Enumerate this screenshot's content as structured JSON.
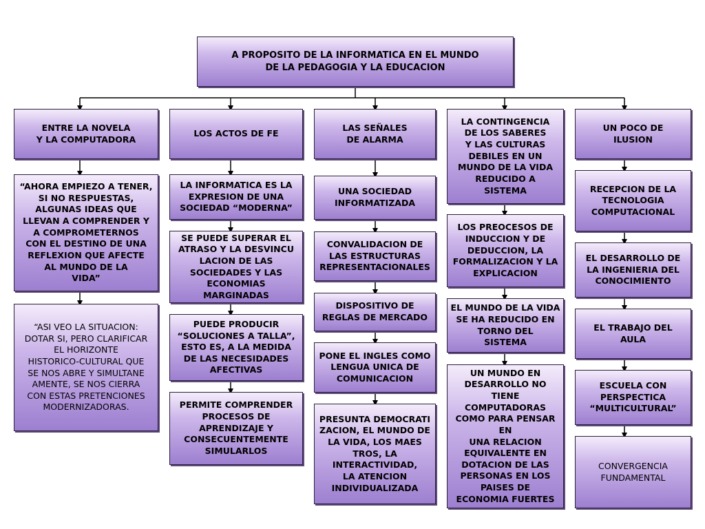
{
  "title": "A PROPOSITO DE LA INFORMATICA EN EL MUNDO\nDE LA PEDAGOGIA Y LA EDUCACION",
  "columns": [
    {
      "header": "ENTRE LA NOVELA\nY LA COMPUTADORA",
      "items": [
        "“AHORA EMPIEZO A TENER,\nSI NO RESPUESTAS,\nALGUNAS IDEAS QUE\nLLEVAN A COMPRENDER Y\nA COMPROMETERNOS\nCON EL DESTINO DE UNA\nREFLEXION QUE AFECTE\nAL MUNDO DE LA\nVIDA”",
        "“ASI VEO LA SITUACION:\nDOTAR SI, PERO CLARIFICAR\nEL HORIZONTE\nHISTORICO-CULTURAL QUE\nSE NOS ABRE Y SIMULTANE\nAMENTE, SE NOS CIERRA\nCON ESTAS PRETENCIONES\nMODERNIZADORAS."
      ]
    },
    {
      "header": "LOS ACTOS DE FE",
      "items": [
        "LA INFORMATICA ES LA\nEXPRESION DE UNA\nSOCIEDAD “MODERNA”",
        "SE PUEDE SUPERAR EL\nATRASO Y LA DESVINCU\nLACION DE LAS\nSOCIEDADES Y LAS\nECONOMIAS\nMARGINADAS",
        "PUEDE PRODUCIR\n“SOLUCIONES A TALLA”,\nESTO ES, A LA MEDIDA\nDE LAS NECESIDADES\nAFECTIVAS",
        "PERMITE COMPRENDER\nPROCESOS DE\nAPRENDIZAJE Y\nCONSECUENTEMENTE\nSIMULARLOS"
      ]
    },
    {
      "header": "LAS SEÑALES\nDE ALARMA",
      "items": [
        "UNA SOCIEDAD\nINFORMATIZADA",
        "CONVALIDACION DE\nLAS ESTRUCTURAS\nREPRESENTACIONALES",
        "DISPOSITIVO DE\nREGLAS DE MERCADO",
        "PONE EL INGLES COMO\nLENGUA UNICA DE\nCOMUNICACION",
        "PRESUNTA DEMOCRATI\nZACION, EL MUNDO DE\nLA VIDA, LOS MAES\nTROS, LA\nINTERACTIVIDAD,\nLA ATENCION\nINDIVIDUALIZADA"
      ]
    },
    {
      "header": "LA CONTINGENCIA\nDE LOS SABERES\nY LAS CULTURAS\nDEBILES EN UN\nMUNDO DE LA VIDA\nREDUCIDO A\nSISTEMA",
      "items": [
        "LOS PREOCESOS DE\nINDUCCION Y DE\nDEDUCCION, LA\nFORMALIZACION Y LA\nEXPLICACION",
        "EL MUNDO DE LA VIDA\nSE HA REDUCIDO EN\nTORNO DEL\nSISTEMA",
        "UN MUNDO EN\nDESARROLLO NO TIENE\nCOMPUTADORAS\nCOMO PARA PENSAR EN\nUNA RELACION\nEQUIVALENTE EN\nDOTACION DE LAS\nPERSONAS EN LOS\nPAISES DE\nECONOMIA FUERTES"
      ]
    },
    {
      "header": "UN POCO DE\nILUSION",
      "items": [
        "RECEPCION DE LA\nTECNOLOGIA\nCOMPUTACIONAL",
        "EL DESARROLLO DE\nLA INGENIERIA DEL\nCONOCIMIENTO",
        "EL TRABAJO DEL\nAULA",
        "ESCUELA CON\nPERSPECTICA\n“MULTICULTURAL”",
        "CONVERGENCIA\nFUNDAMENTAL"
      ]
    }
  ]
}
